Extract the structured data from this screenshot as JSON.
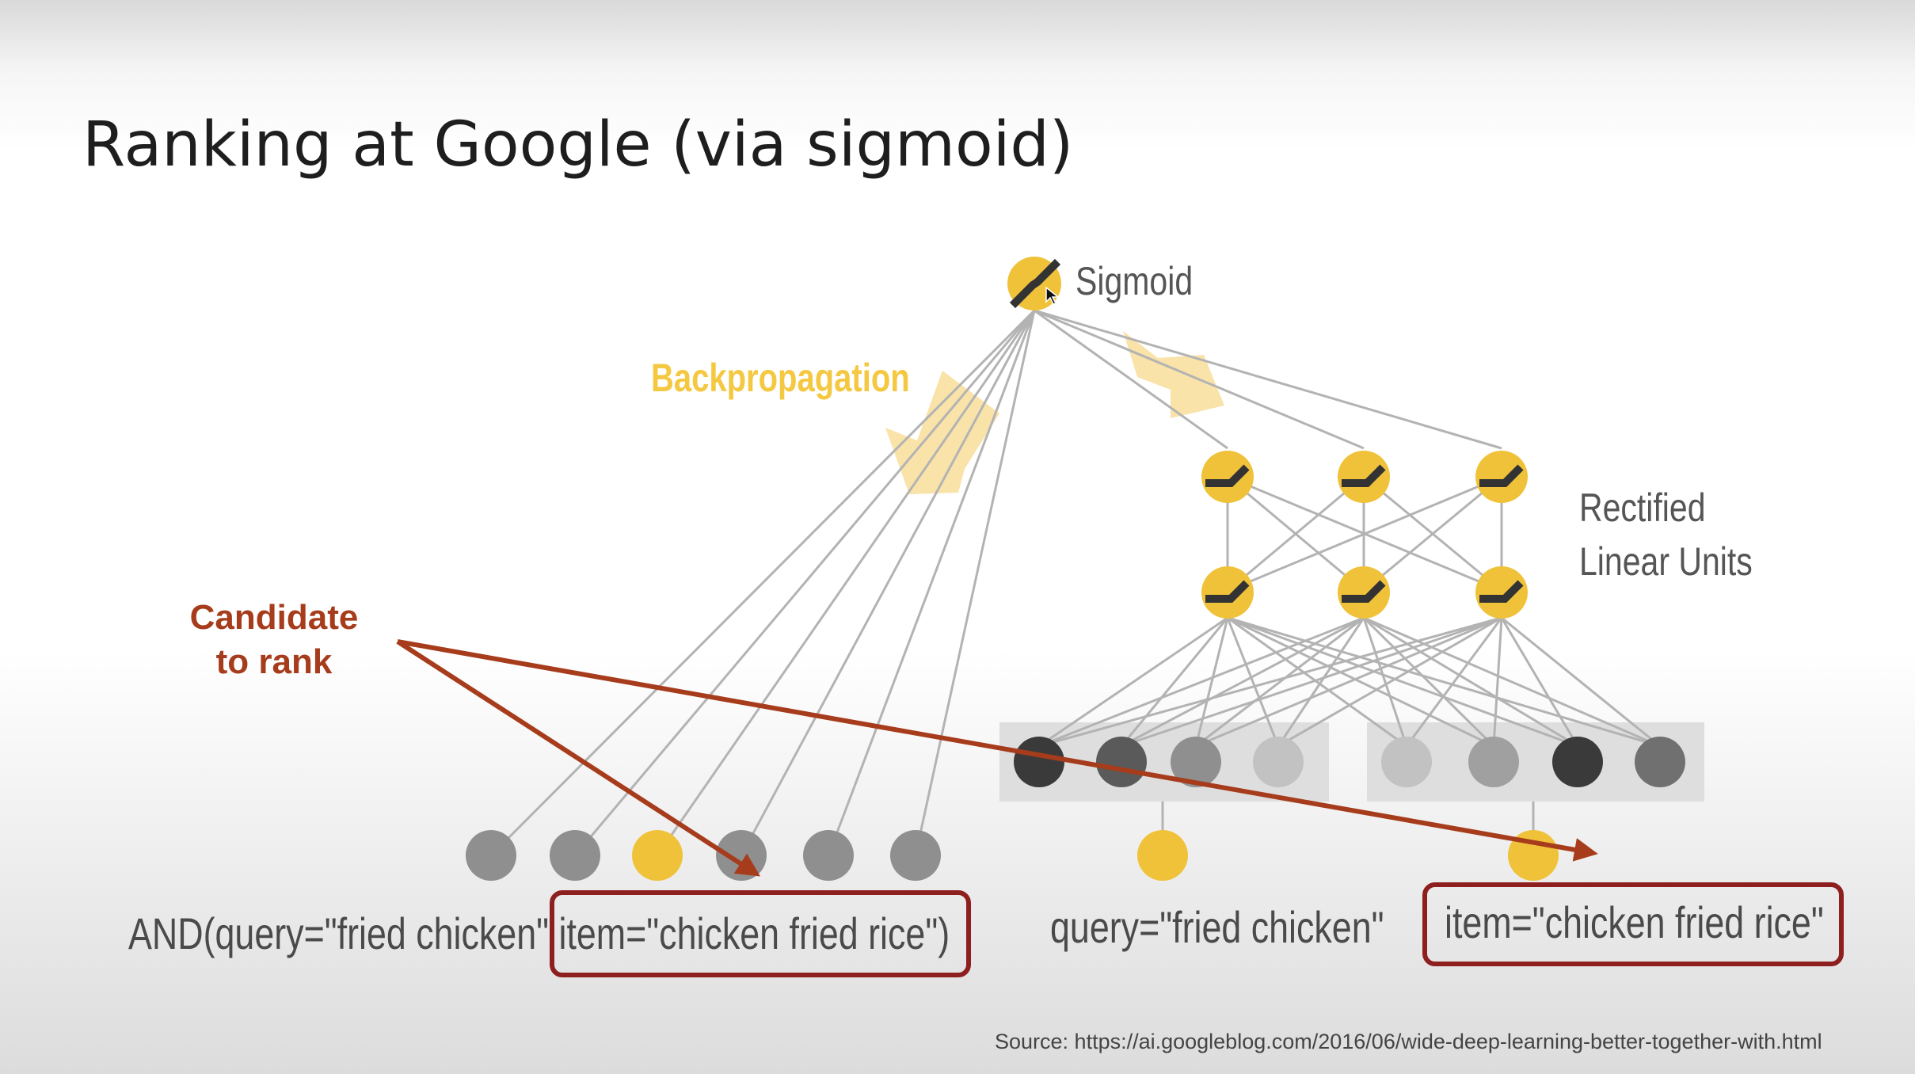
{
  "slide": {
    "title": "Ranking at Google (via sigmoid)"
  },
  "diagram": {
    "sigmoid_label": "Sigmoid",
    "backprop_label": "Backpropagation",
    "relu_label_line1": "Rectified",
    "relu_label_line2": "Linear Units",
    "wide_feature_text": "AND(query=\"fried chicken\" item=\"chicken fried rice\")",
    "query_feature_text": "query=\"fried chicken\"",
    "item_feature_text": "item=\"chicken fried rice\""
  },
  "annotation": {
    "candidate_line1": "Candidate",
    "candidate_line2": "to rank",
    "accent_color": "#a63c1b",
    "box_color": "#8e1f1f"
  },
  "colors": {
    "node_yellow": "#f0c23a",
    "node_gray": "#8f8f8f",
    "edge_gray": "#b3b3b3"
  },
  "source": {
    "text": "Source: https://ai.googleblog.com/2016/06/wide-deep-learning-better-together-with.html"
  }
}
